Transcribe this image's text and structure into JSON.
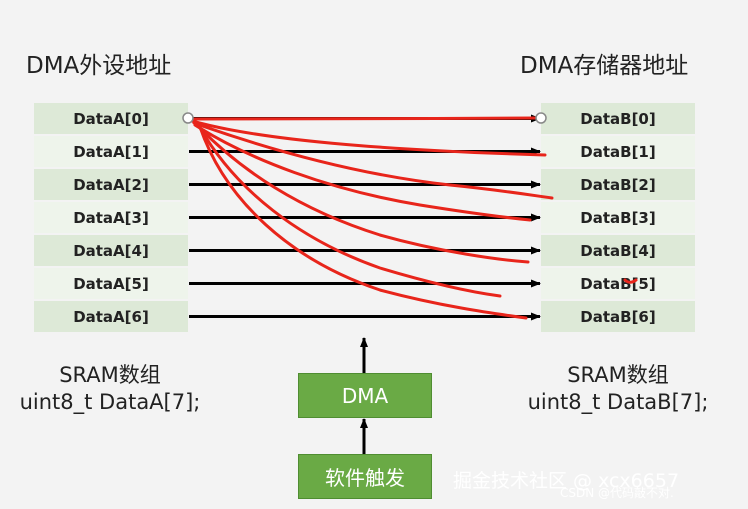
{
  "source": {
    "title": "DMA外设地址",
    "cells": [
      "DataA[0]",
      "DataA[1]",
      "DataA[2]",
      "DataA[3]",
      "DataA[4]",
      "DataA[5]",
      "DataA[6]"
    ],
    "note_line1": "SRAM数组",
    "note_line2": "uint8_t DataA[7];"
  },
  "destination": {
    "title": "DMA存储器地址",
    "cells": [
      "DataB[0]",
      "DataB[1]",
      "DataB[2]",
      "DataB[3]",
      "DataB[4]",
      "DataB[5]",
      "DataB[6]"
    ],
    "note_line1": "SRAM数组",
    "note_line2": "uint8_t DataB[7];"
  },
  "controller": {
    "label": "DMA"
  },
  "trigger": {
    "label": "软件触发"
  },
  "watermark": {
    "line1": "掘金技术社区 @ xcx6657",
    "line2": "CSDN @代码敲不对."
  },
  "colors": {
    "cell_dark": "#dde9d7",
    "cell_light": "#eef4eb",
    "box_green": "#6aaa45",
    "arrow": "#000000",
    "annotation_red": "#e8251b"
  }
}
